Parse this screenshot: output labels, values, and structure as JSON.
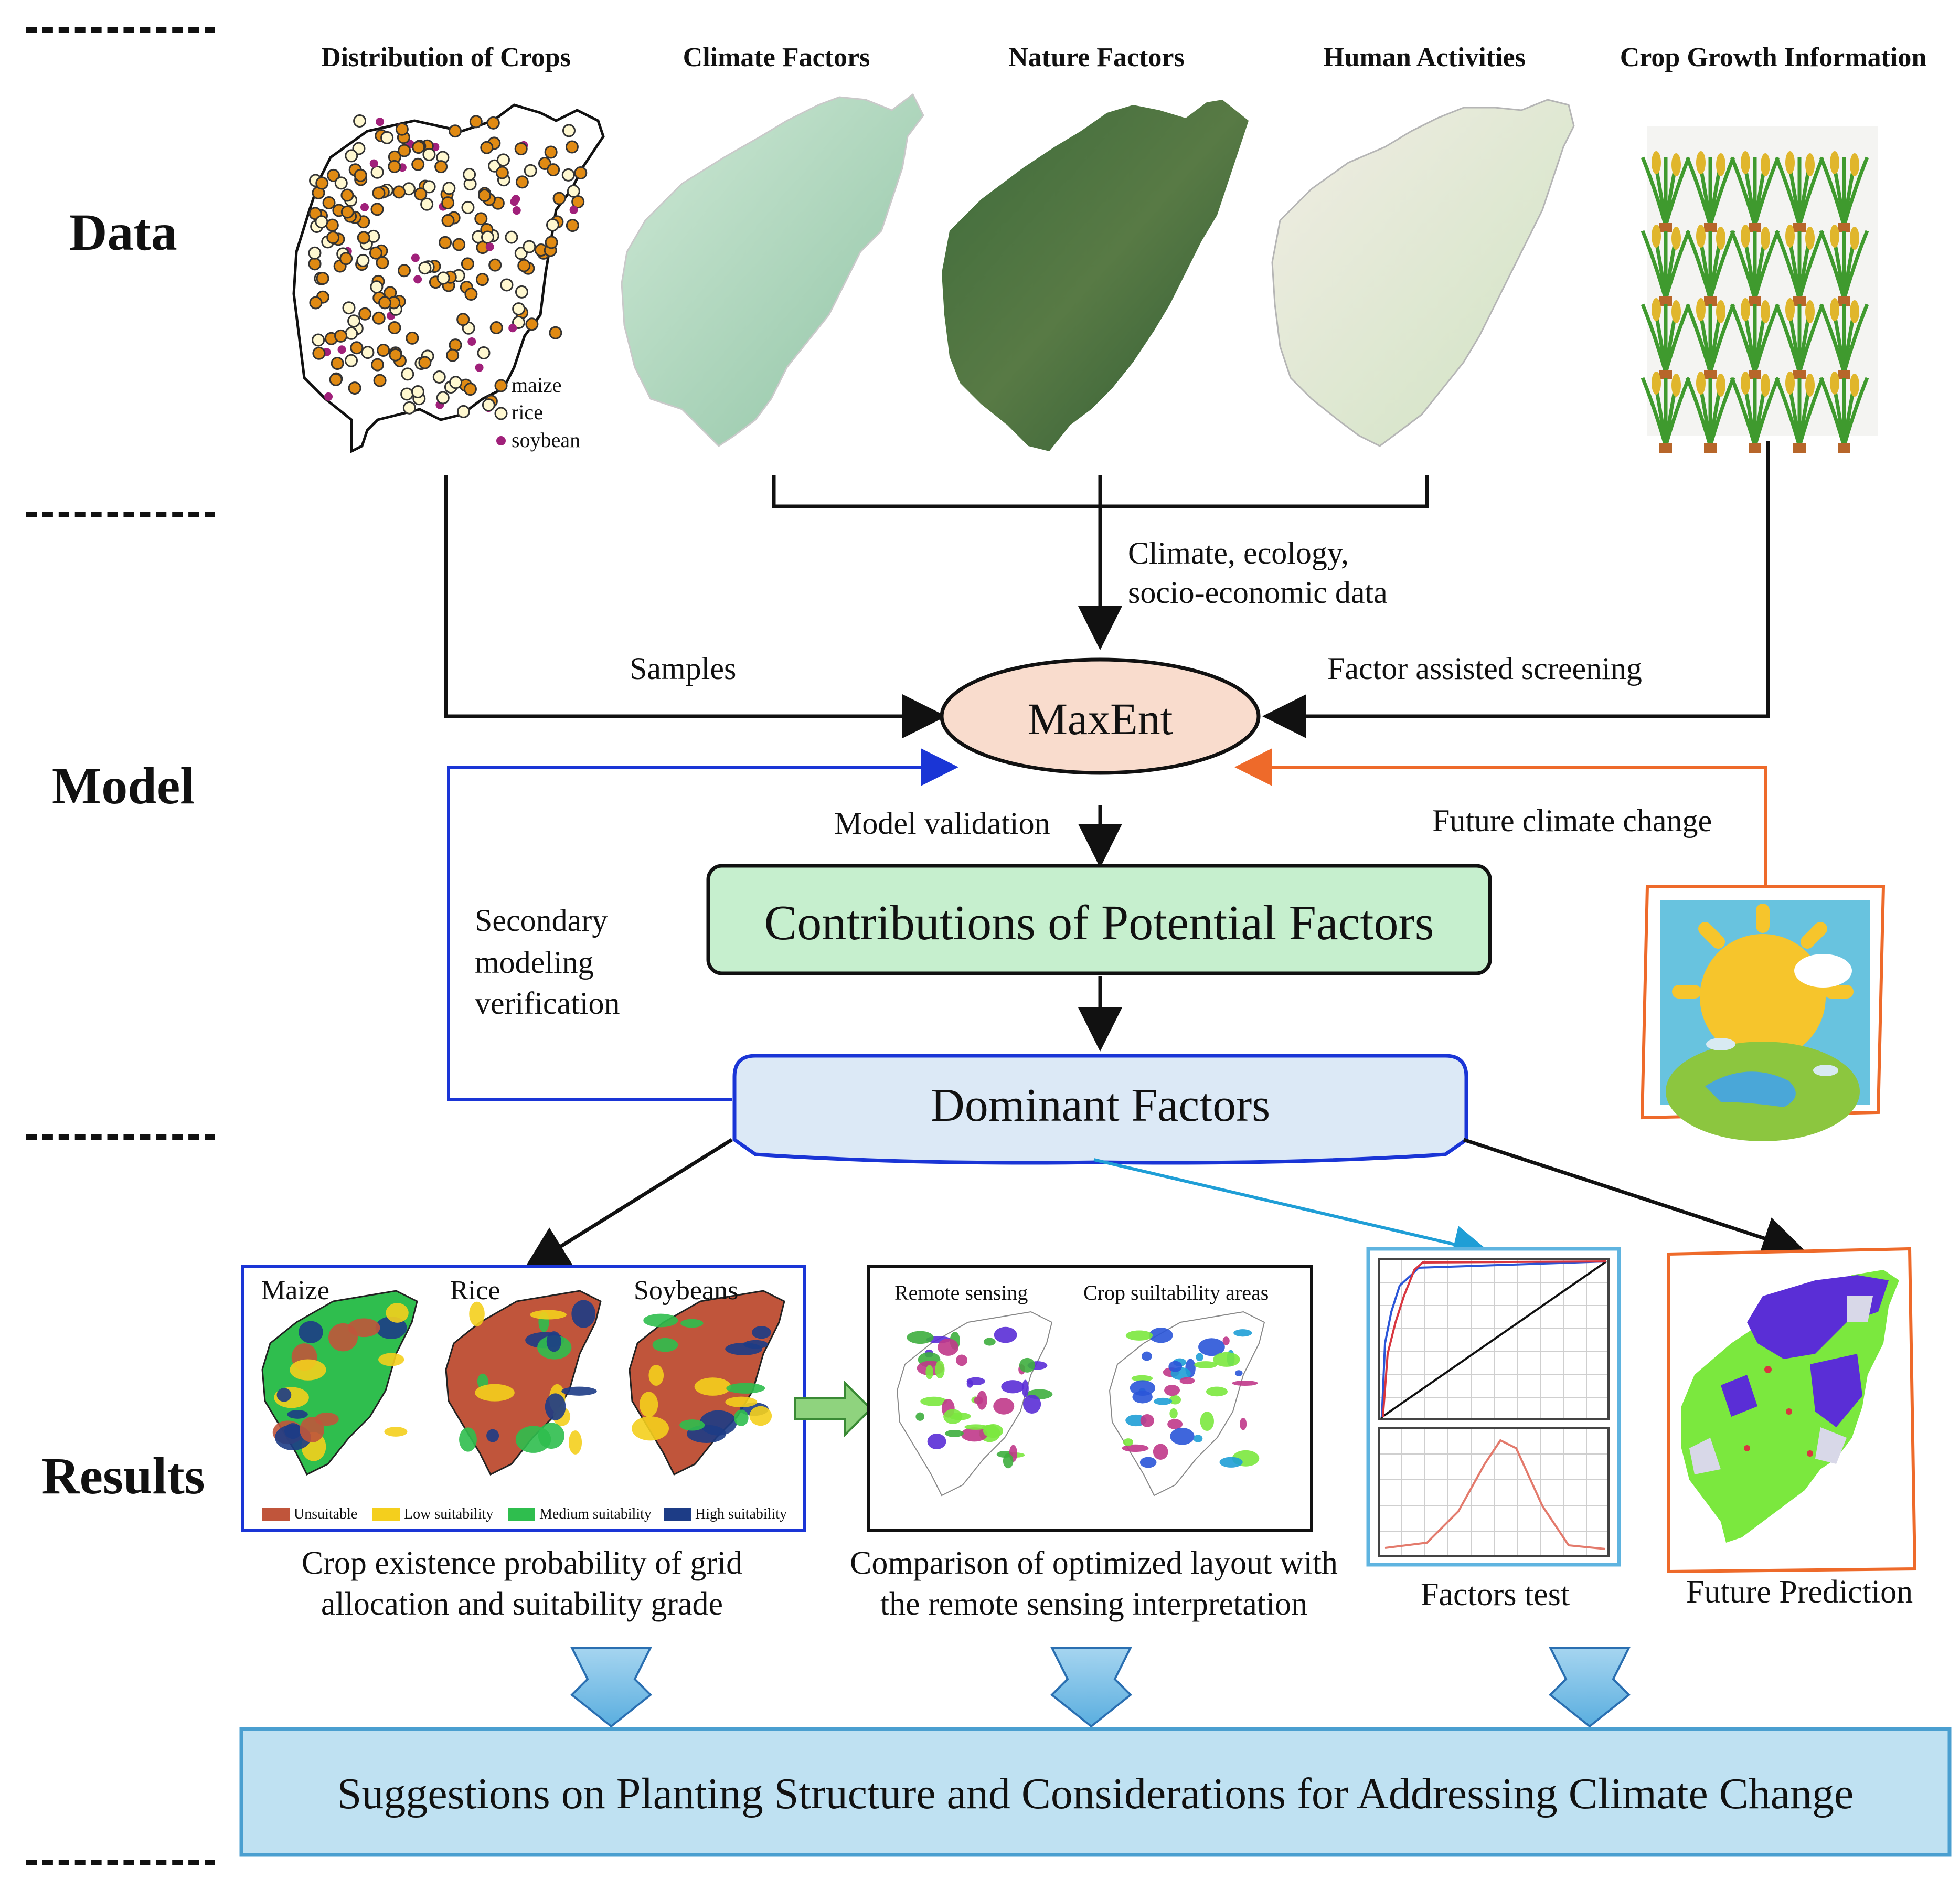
{
  "sections": {
    "data": "Data",
    "model": "Model",
    "results": "Results"
  },
  "data_row": {
    "distribution": "Distribution of Crops",
    "climate": "Climate Factors",
    "nature": "Nature Factors",
    "human": "Human Activities",
    "crop_growth": "Crop Growth Information",
    "legend": {
      "maize": "maize",
      "rice": "rice",
      "soybean": "soybean"
    }
  },
  "edges": {
    "climate_data_line1": "Climate, ecology,",
    "climate_data_line2": "socio-economic data",
    "samples": "Samples",
    "factor_screening": "Factor assisted screening",
    "model_validation": "Model validation",
    "future_climate": "Future climate change",
    "secondary_line1": "Secondary",
    "secondary_line2": "modeling",
    "secondary_line3": "verification"
  },
  "nodes": {
    "maxent": "MaxEnt",
    "contributions": "Contributions of Potential Factors",
    "dominant": "Dominant Factors",
    "suggestions": "Suggestions on Planting Structure and Considerations for Addressing Climate Change"
  },
  "results": {
    "maize": "Maize",
    "rice": "Rice",
    "soybeans": "Soybeans",
    "legend_unsuitable": "Unsuitable",
    "legend_low": "Low suitability",
    "legend_medium": "Medium suitability",
    "legend_high": "High suitability",
    "remote_sensing": "Remote sensing",
    "crop_areas": "Crop suiltability areas",
    "caption1_line1": "Crop existence probability of grid",
    "caption1_line2": "allocation and suitability grade",
    "caption2_line1": "Comparison of optimized layout with",
    "caption2_line2": "the remote sensing interpretation",
    "caption3": "Factors test",
    "caption4": "Future Prediction"
  },
  "colors": {
    "maxent_fill": "#f9dccd",
    "contrib_fill": "#c6efce",
    "dominant_fill": "#dce9f6",
    "suggest_fill": "#bfe1f2",
    "blue_line": "#1a35d6",
    "orange_line": "#ee6a2a",
    "cyan_line": "#1f9ed6",
    "unsuitable": "#c0553b",
    "low": "#f4cf1d",
    "medium": "#2fbe4e",
    "high": "#1d3c86"
  }
}
